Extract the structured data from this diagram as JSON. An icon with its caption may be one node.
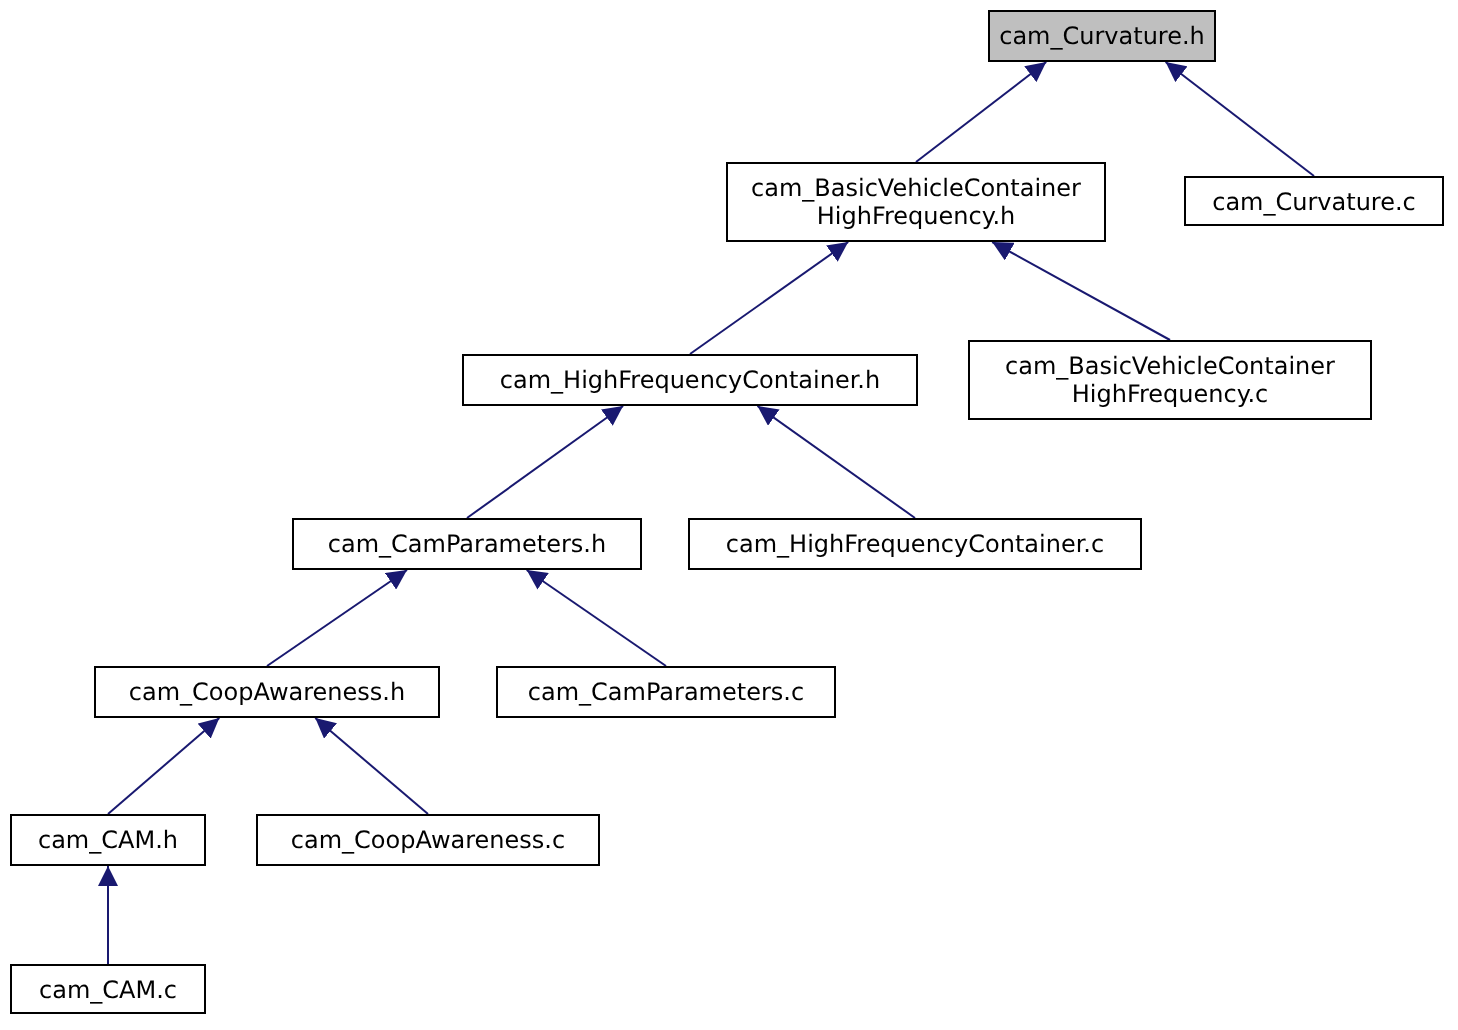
{
  "diagram": {
    "nodes": [
      {
        "text": [
          "cam_Curvature.h"
        ]
      },
      {
        "text": [
          "cam_BasicVehicleContainer HighFrequency.h"
        ]
      },
      {
        "text": [
          "cam_Curvature.c"
        ]
      },
      {
        "text": [
          "cam_HighFrequencyContainer.h"
        ]
      },
      {
        "text": [
          "cam_BasicVehicleContainer HighFrequency.c"
        ]
      },
      {
        "text": [
          "cam_CamParameters.h"
        ]
      },
      {
        "text": [
          "cam_HighFrequencyContainer.c"
        ]
      },
      {
        "text": [
          "cam_CoopAwareness.h"
        ]
      },
      {
        "text": [
          "cam_CamParameters.c"
        ]
      },
      {
        "text": [
          "cam_CAM.h"
        ]
      },
      {
        "text": [
          "cam_CoopAwareness.c"
        ]
      },
      {
        "text": [
          "cam_CAM.c"
        ]
      }
    ],
    "edges": [
      {
        "from": 1,
        "to": 0,
        "arrow": "to"
      },
      {
        "from": 2,
        "to": 0,
        "arrow": "to"
      },
      {
        "from": 3,
        "to": 1,
        "arrow": "to"
      },
      {
        "from": 4,
        "to": 1,
        "arrow": "to"
      },
      {
        "from": 5,
        "to": 3,
        "arrow": "to"
      },
      {
        "from": 6,
        "to": 3,
        "arrow": "to"
      },
      {
        "from": 7,
        "to": 5,
        "arrow": "to"
      },
      {
        "from": 8,
        "to": 5,
        "arrow": "to"
      },
      {
        "from": 9,
        "to": 7,
        "arrow": "to"
      },
      {
        "from": 10,
        "to": 7,
        "arrow": "to"
      },
      {
        "from": 11,
        "to": 9,
        "arrow": "to"
      }
    ]
  }
}
